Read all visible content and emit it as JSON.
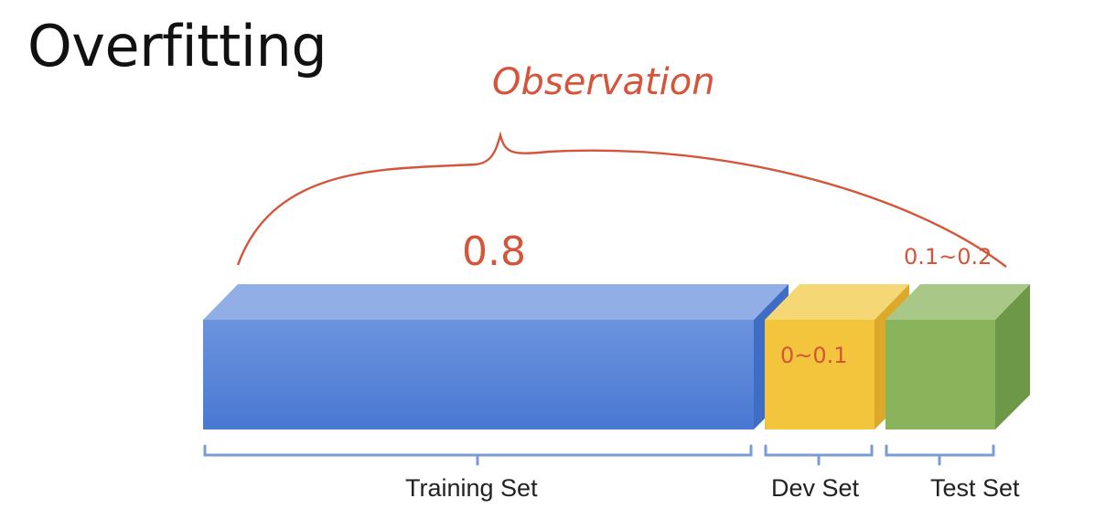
{
  "title": "Overfitting",
  "annotations": {
    "observation": "Observation",
    "train_ratio": "0.8",
    "dev_ratio": "0~0.1",
    "test_ratio": "0.1~0.2"
  },
  "segments": [
    {
      "label": "Training Set",
      "color": "#4e7fd6"
    },
    {
      "label": "Dev Set",
      "color": "#f2c53d"
    },
    {
      "label": "Test Set",
      "color": "#8ab45c"
    }
  ],
  "colors": {
    "annotation": "#d4553a",
    "bracket": "#7a9cd6"
  }
}
